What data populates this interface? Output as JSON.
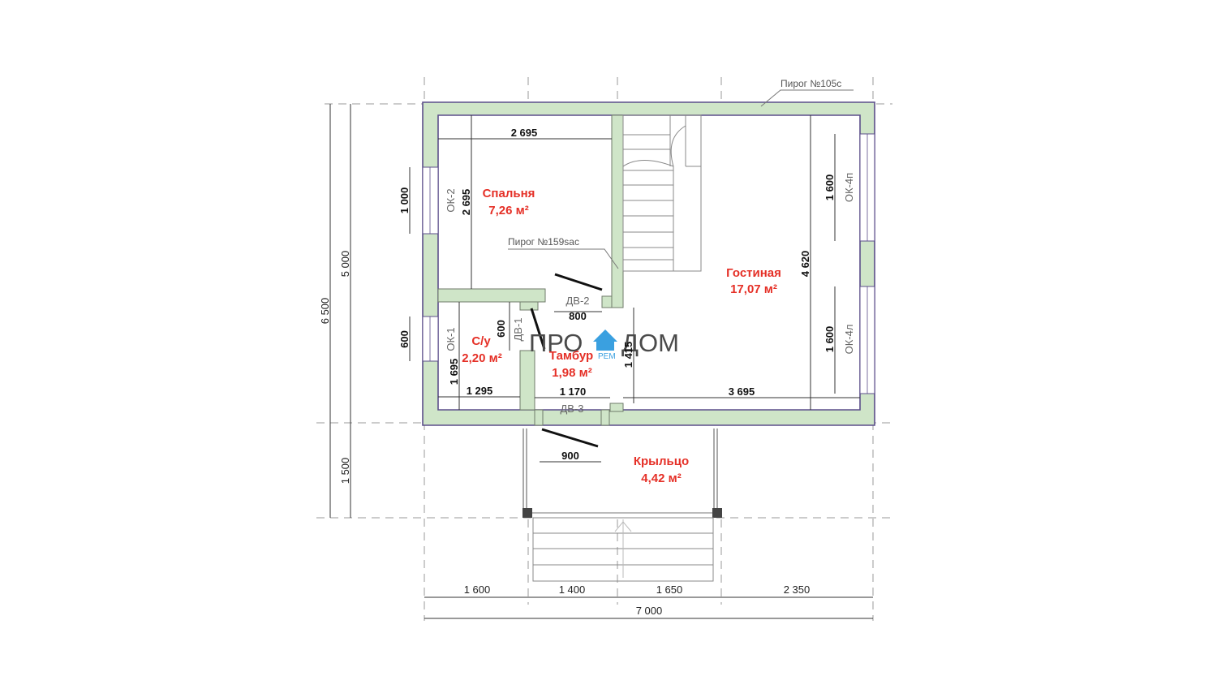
{
  "logo": {
    "left": "ПРО",
    "right": "ДОМ",
    "small": "РЕМ",
    "icon": "house-icon",
    "accent": "#3aa0e0"
  },
  "colors": {
    "wall_fill": "#cfe5c8",
    "wall_outline": "#5b4e8a",
    "room_label": "#e53027",
    "dim_line": "#333333"
  },
  "rooms": {
    "bedroom": {
      "name": "Спальня",
      "area": "7,26 м²"
    },
    "living": {
      "name": "Гостиная",
      "area": "17,07 м²"
    },
    "bathroom": {
      "name": "С/у",
      "area": "2,20 м²"
    },
    "vestibule": {
      "name": "Тамбур",
      "area": "1,98 м²"
    },
    "porch": {
      "name": "Крыльцо",
      "area": "4,42 м²"
    }
  },
  "wall_specs": {
    "outer": "Пирог №105с",
    "inner": "Пирог №159sac"
  },
  "openings": {
    "window_ok2": "ОК-2",
    "window_ok1": "ОК-1",
    "window_ok4p": "ОК-4п",
    "window_ok4l": "ОК-4л",
    "door_dv1": "ДВ-1",
    "door_dv2": "ДВ-2",
    "door_dv3": "ДВ-3"
  },
  "dimensions": {
    "bedroom_width": "2 695",
    "bedroom_height": "2 695",
    "window_ok2_width": "1 000",
    "window_ok1_width": "600",
    "bathroom_height": "1 695",
    "bathroom_width": "1 295",
    "door_dv1_width": "600",
    "door_dv2_width": "800",
    "vestibule_width": "1 170",
    "vestibule_height": "1 415",
    "living_width": "3 695",
    "living_height": "4 620",
    "window_ok4p_width": "1 600",
    "window_ok4l_width": "1 600",
    "porch_door_width": "900",
    "outer_house_depth": "5 000",
    "outer_total_depth": "6 500",
    "outer_porch_depth": "1 500",
    "bottom_seg_1": "1 600",
    "bottom_seg_2": "1 400",
    "bottom_seg_3": "1 650",
    "bottom_seg_4": "2 350",
    "bottom_total": "7 000"
  }
}
